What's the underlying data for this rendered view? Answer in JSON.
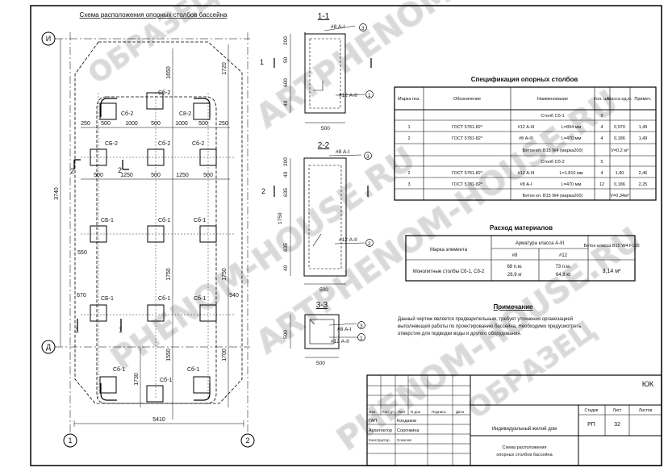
{
  "plan": {
    "title": "Схема расположения опорных столбов бассейна",
    "axes": {
      "top": "И",
      "bottom": "Д",
      "left": "1",
      "right": "2"
    },
    "cut_marks": {
      "section": "2",
      "lower": "1"
    },
    "marks": {
      "c1": "Сб-1",
      "c2": "Сб-2",
      "c2_alt": "СБ-2",
      "c2_cap": "С8-2",
      "c1_alt": "СБ-1"
    },
    "dims": {
      "row1": [
        "250",
        "500",
        "1000",
        "500",
        "1000",
        "500",
        "250"
      ],
      "row2": [
        "500",
        "1250",
        "500",
        "1250",
        "500"
      ],
      "d1650": "1650",
      "d1720": "1720",
      "d1730": "1730",
      "d550": "550",
      "d670": "670",
      "d940": "940",
      "d1750": "1750",
      "d1700": "1700",
      "d1550": "1550",
      "d3740": "3740",
      "d5410": "5410"
    }
  },
  "sections": {
    "s11": {
      "title": "1-1",
      "bar1": "#8 А-I",
      "bar2": "#12 А-II",
      "n1": "3",
      "n2": "1",
      "dims": [
        "200",
        "50",
        "600",
        "40",
        "500"
      ]
    },
    "s22": {
      "title": "2-2",
      "bar1": "#8 А-I",
      "bar2": "#12 А-II",
      "n1": "3",
      "n2": "2",
      "dims": [
        "200",
        "40",
        "635",
        "1750",
        "635",
        "40",
        "500"
      ]
    },
    "s33": {
      "title": "3-3",
      "bar1": "#8 А-I",
      "bar2": "#12 А-II",
      "n1": "3",
      "n2": "1",
      "dims": [
        "500",
        "500"
      ]
    }
  },
  "spec": {
    "title": "Спецификация опорных столбов",
    "headers": [
      "Марка поз.",
      "Обозначение",
      "Наименование",
      "Кол. шт.",
      "Масса ед.кг.",
      "Примеч."
    ],
    "rows": [
      {
        "pos": "",
        "doc": "",
        "name": "Столб Сб-1",
        "len": "",
        "qty": "9",
        "mass": "",
        "note": ""
      },
      {
        "pos": "1",
        "doc": "ГОСТ 5781-82*",
        "name": "#12 А-III",
        "len": "L=894 мм",
        "qty": "4",
        "mass": "0,970",
        "note": "1,49"
      },
      {
        "pos": "2",
        "doc": "ГОСТ 5781-82*",
        "name": "#8 А-III",
        "len": "L=470 мм",
        "qty": "4",
        "mass": "0,186",
        "note": "1,49"
      },
      {
        "pos": "",
        "doc": "",
        "name": "Бетон кл. В15 W4 (марка200)",
        "len": "",
        "qty": "V=0,2 м³",
        "mass": "",
        "note": ""
      },
      {
        "pos": "",
        "doc": "",
        "name": "Столб Сб-2",
        "len": "",
        "qty": "5",
        "mass": "",
        "note": ""
      },
      {
        "pos": "2",
        "doc": "ГОСТ 5781-82*",
        "name": "#12 А-III",
        "len": "L=1.810 мм",
        "qty": "4",
        "mass": "1,90",
        "note": "2,46"
      },
      {
        "pos": "3",
        "doc": "ГОСТ 5781-82*",
        "name": "#8 А-I",
        "len": "L=470 мм",
        "qty": "12",
        "mass": "0,186",
        "note": "2,25"
      },
      {
        "pos": "",
        "doc": "",
        "name": "Бетон кл. В15 W4 (марка200)",
        "len": "",
        "qty": "V=0,34м³",
        "mass": "",
        "note": ""
      }
    ]
  },
  "consumption": {
    "title": "Расход материалов",
    "h_mark": "Марка элемента",
    "h_rebar": "Арматура класса А-III",
    "h_concrete": "Бетон класса В15 W4 F150",
    "h_d8": "#8",
    "h_d12": "#12",
    "row_label": "Монолитные столбы Сб-1, Сб-2",
    "d8_val1": "68 п.м.",
    "d8_val2": "26,9 кг",
    "d12_val1": "73 п.м.",
    "d12_val2": "64,8 кг",
    "concrete": "3,14 м³"
  },
  "notes": {
    "title": "Примечание",
    "lines": [
      "Данный чертеж является предварительным, требует уточнения организацией",
      "выполняющей работы по проектированию бассейна. Необходимо предусмотреть",
      "отверстия для подводки воды и другого оборудования."
    ]
  },
  "stamp": {
    "code": "ЮК",
    "cols": [
      "Изм.",
      "Кол. уч.",
      "Лист",
      "N док.",
      "Подпись",
      "Дата"
    ],
    "staff": [
      {
        "role": "ГАП",
        "name": "Кондаков"
      },
      {
        "role": "Архитектор",
        "name": "Сорочкина"
      },
      {
        "role": "Конструктор",
        "name": "Соколов"
      }
    ],
    "project": "Индивидуальный жилой дом",
    "stage_h": "Стадия",
    "sheet_h": "Лист",
    "sheets_h": "Листов",
    "stage": "РП",
    "sheet": "32",
    "sheets": "",
    "drawing1": "Схема расположения",
    "drawing2": "опорных столбов бассейна"
  },
  "watermarks": [
    "ОБРАЗЕЦ",
    "ARTPHENOM-HOUSE.RU",
    "PHENOM-HOUSE.RU",
    "ARTPHENOM-HOUSE.RU",
    "ОБРАЗЕЦ",
    "PHENOM-HOUSE.RU"
  ]
}
